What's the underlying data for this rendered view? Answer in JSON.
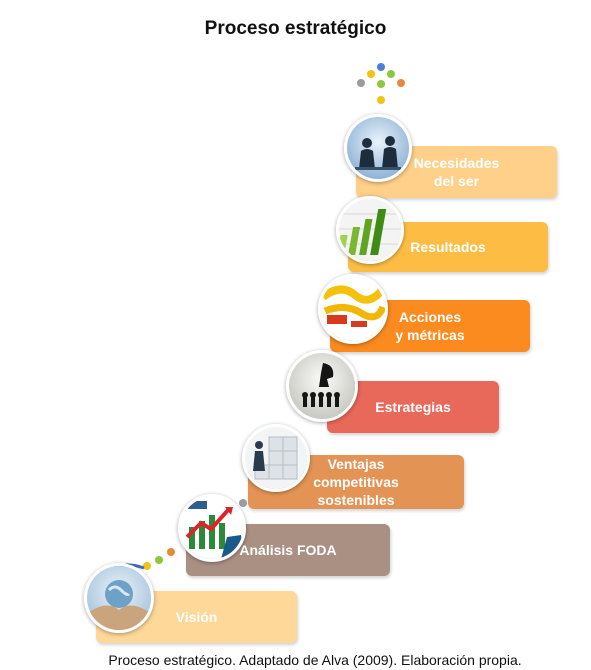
{
  "title": "Proceso estratégico",
  "caption": "Proceso estratégico. Adaptado de Alva (2009). Elaboración propia.",
  "steps": [
    {
      "label": "Necesidades\ndel ser",
      "color": "#ffd08a",
      "image": "meeting-silhouettes-image"
    },
    {
      "label": "Resultados",
      "color": "#fdbd45",
      "image": "growth-bar-chart-image"
    },
    {
      "label": "Acciones\ny métricas",
      "color": "#fb8a1f",
      "image": "measuring-tape-image"
    },
    {
      "label": "Estrategias",
      "color": "#e8685a",
      "image": "chess-strategy-image"
    },
    {
      "label": "Ventajas\ncompetitivas\nsostenibles",
      "color": "#e39455",
      "image": "puzzle-building-image"
    },
    {
      "label": "Análisis FODA",
      "color": "#a99083",
      "image": "foda-chart-image"
    },
    {
      "label": "Visión",
      "color": "#fdd898",
      "image": "globe-in-hands-image"
    }
  ],
  "decoration": {
    "dot_colors": [
      "#4a7fd4",
      "#f2c311",
      "#8fc63f",
      "#e58a3a",
      "#9c9c9c"
    ]
  }
}
